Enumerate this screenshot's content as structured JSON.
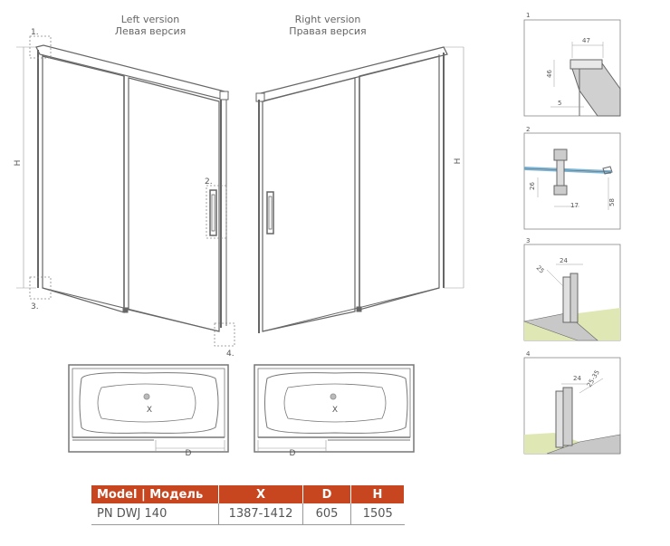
{
  "left_version": {
    "en": "Left version",
    "ru": "Левая версия"
  },
  "right_version": {
    "en": "Right version",
    "ru": "Правая версия"
  },
  "callouts": {
    "c1": "1.",
    "c2": "2.",
    "c3": "3.",
    "c4": "4."
  },
  "height_label": "H",
  "bath": {
    "x_label": "X",
    "d_label": "D"
  },
  "details": [
    {
      "num": "1",
      "dims": [
        "47",
        "46",
        "5"
      ]
    },
    {
      "num": "2",
      "dims": [
        "26",
        "17",
        "58"
      ]
    },
    {
      "num": "3",
      "dims": [
        "25",
        "24"
      ]
    },
    {
      "num": "4",
      "dims": [
        "24",
        "25-35"
      ]
    }
  ],
  "table": {
    "headers": [
      "Model | Модель",
      "X",
      "D",
      "H"
    ],
    "rows": [
      [
        "PN DWJ 140",
        "1387-1412",
        "605",
        "1505"
      ]
    ]
  },
  "colors": {
    "header_bg": "#c8461f",
    "frame": "#666666",
    "floor": "#dfe8b4",
    "glass_edge": "#7fb6d6"
  }
}
